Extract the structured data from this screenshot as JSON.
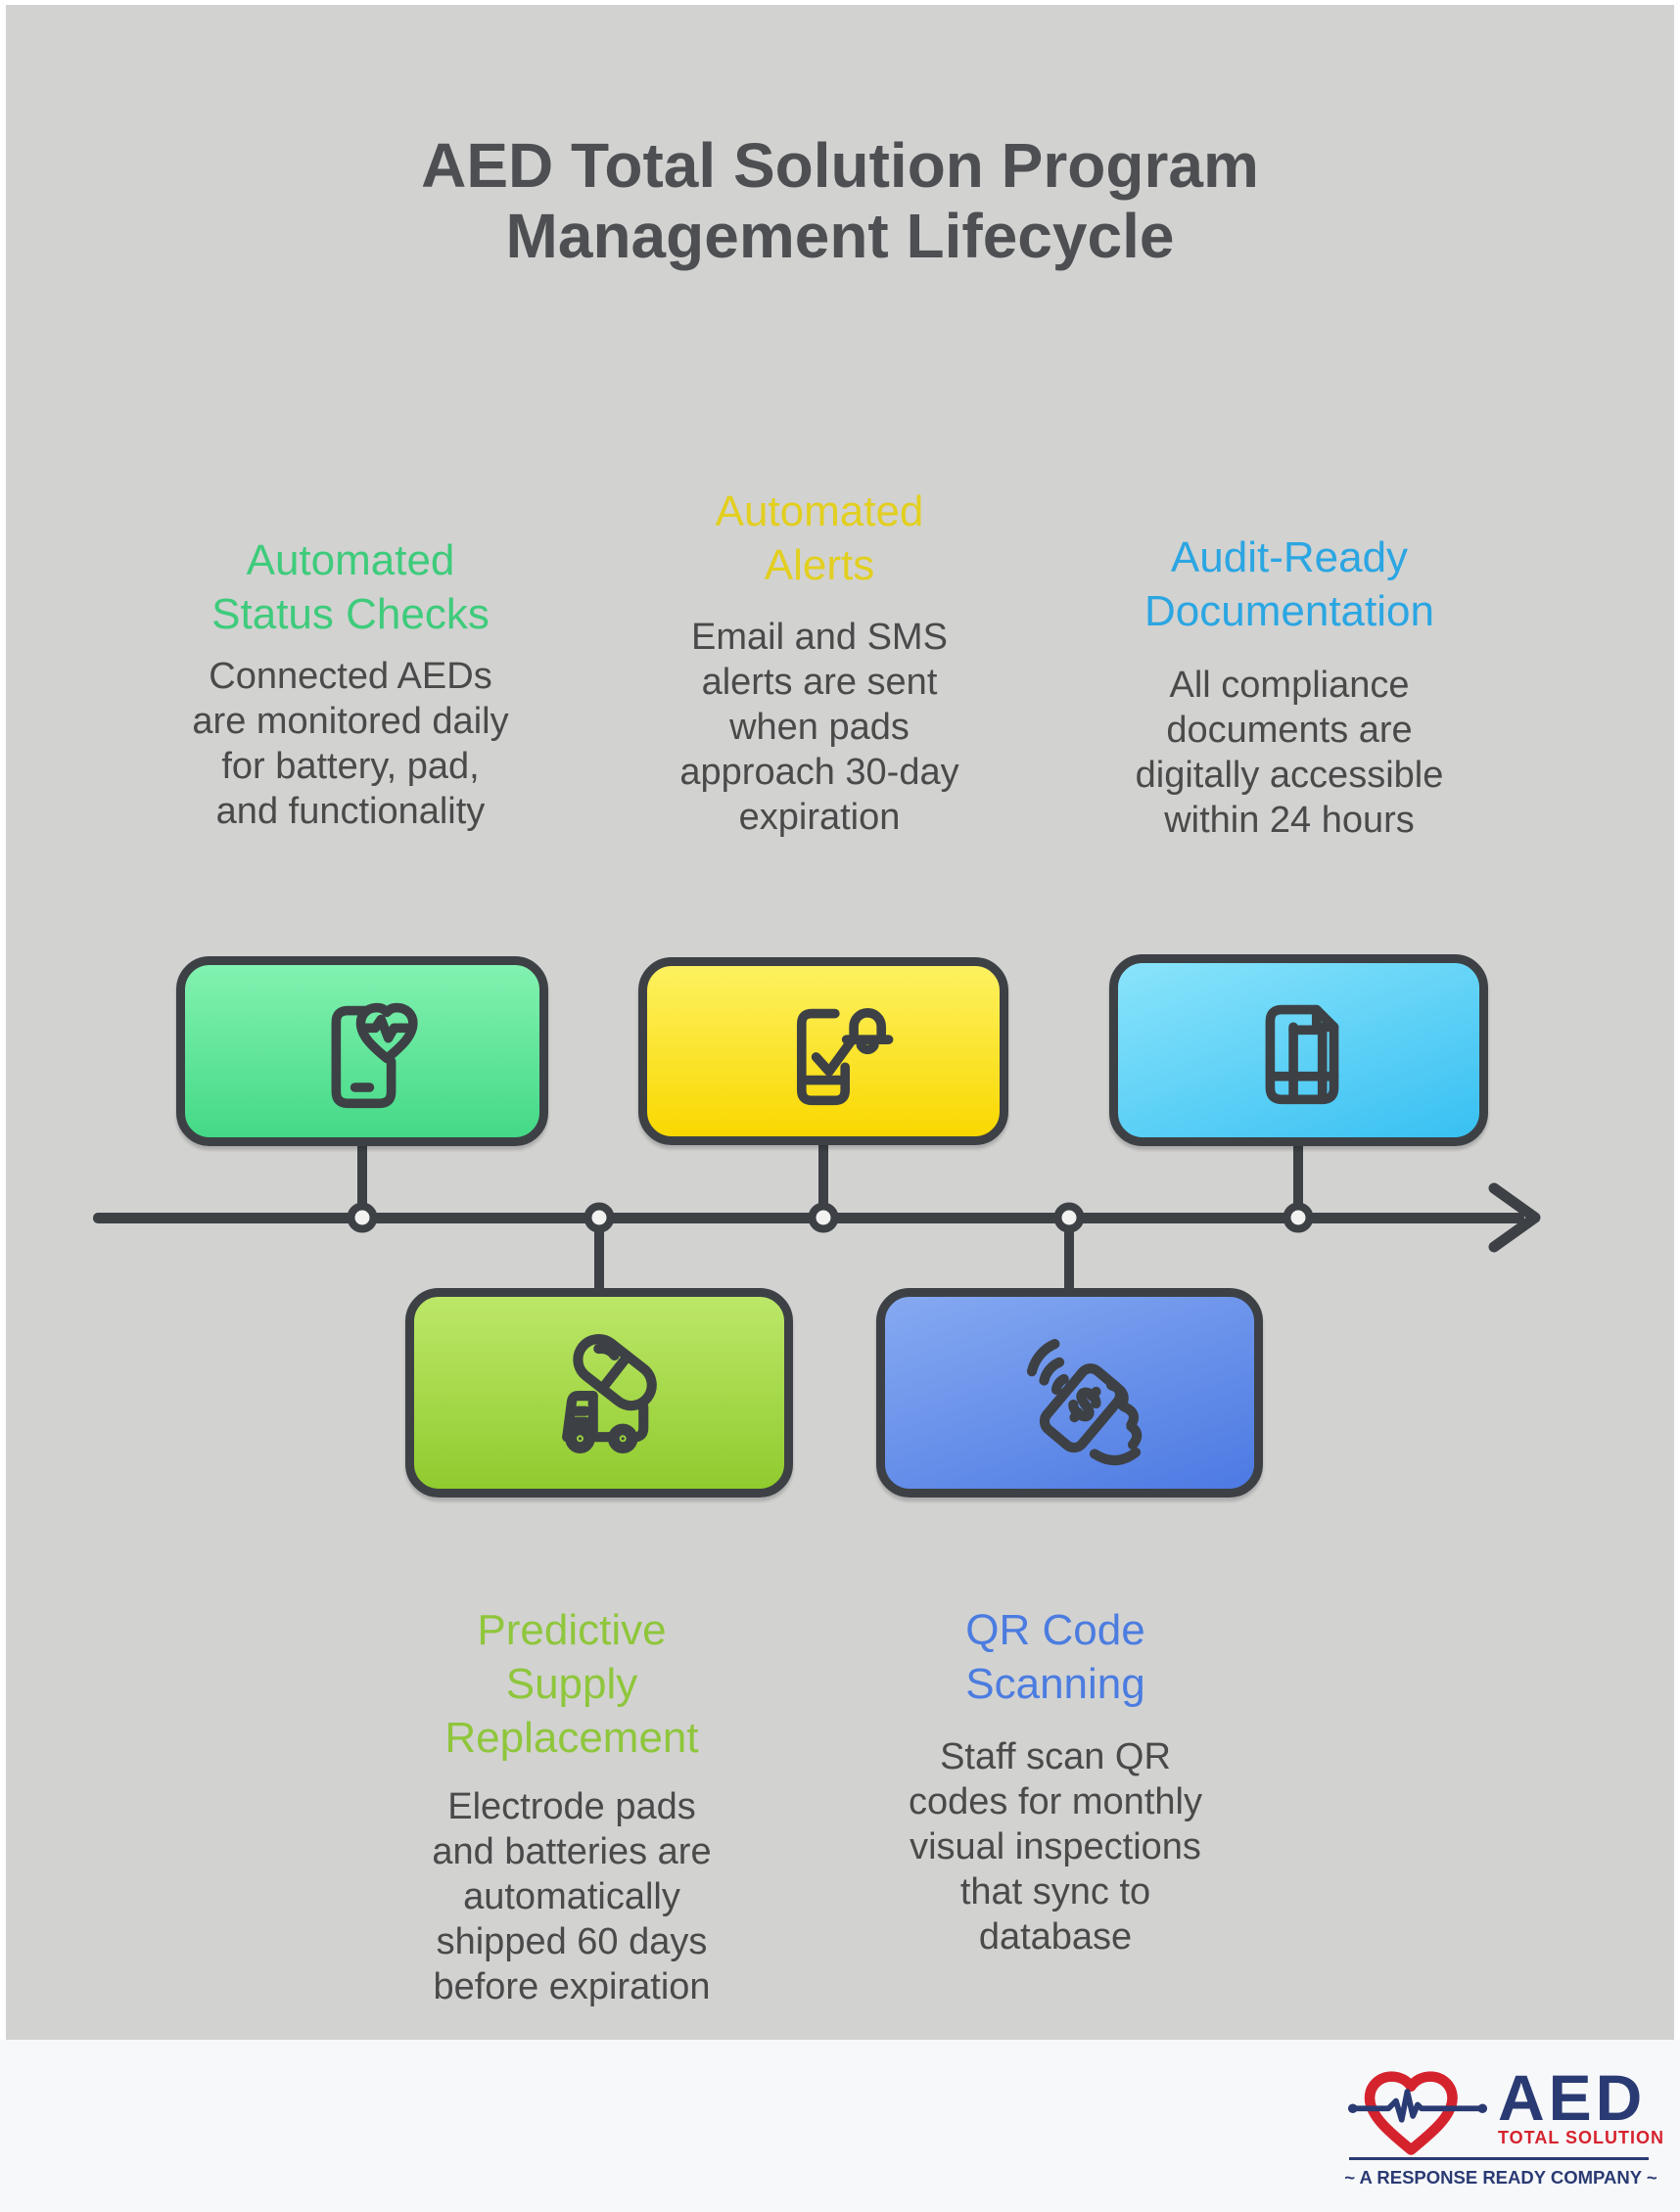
{
  "page": {
    "title": "AED Total Solution Program\nManagement Lifecycle",
    "background_color": "#d2d2d1",
    "footer_background": "#f7f8fa",
    "outline_color": "#3d4145",
    "body_text_color": "#4a4a4a",
    "title_color": "#4d4f52"
  },
  "stages": [
    {
      "name": "Automated Status Checks",
      "heading": "Automated\nStatus Checks",
      "body": "Connected AEDs\nare monitored daily\nfor battery, pad,\nand functionality",
      "heading_color": "#3ecb7b",
      "box_color_top": "#82f2b0",
      "box_color_bottom": "#44d987",
      "icon": "phone-heartbeat-icon",
      "row": "above-timeline"
    },
    {
      "name": "Automated Alerts",
      "heading": "Automated\nAlerts",
      "body": "Email and SMS\nalerts are sent\nwhen pads\napproach 30-day\nexpiration",
      "heading_color": "#e2cf1f",
      "box_color_top": "#fdf160",
      "box_color_bottom": "#f9d800",
      "icon": "phone-alert-bell-icon",
      "row": "above-timeline"
    },
    {
      "name": "Audit-Ready Documentation",
      "heading": "Audit-Ready\nDocumentation",
      "body": "All compliance\ndocuments are\ndigitally accessible\nwithin 24 hours",
      "heading_color": "#2ba6e2",
      "box_color_top": "#8ae4fb",
      "box_color_bottom": "#38c0f2",
      "icon": "document-copy-icon",
      "row": "above-timeline"
    },
    {
      "name": "Predictive Supply Replacement",
      "heading": "Predictive\nSupply\nReplacement",
      "body": "Electrode pads\nand batteries are\nautomatically\nshipped 60 days\nbefore expiration",
      "heading_color": "#8fc63c",
      "box_color_top": "#bce768",
      "box_color_bottom": "#90cb2e",
      "icon": "delivery-truck-capsule-icon",
      "row": "below-timeline"
    },
    {
      "name": "QR Code Scanning",
      "heading": "QR Code\nScanning",
      "body": "Staff scan QR\ncodes for monthly\nvisual inspections\nthat sync to\ndatabase",
      "heading_color": "#4b7ce0",
      "box_color_top": "#86a9f1",
      "box_color_bottom": "#4c7ae3",
      "icon": "qr-scan-icon",
      "row": "below-timeline"
    }
  ],
  "timeline": {
    "node_count": 5,
    "direction": "left-to-right",
    "color": "#3d4145"
  },
  "logo": {
    "brand": "AED",
    "sub_brand": "TOTAL SOLUTION",
    "tagline": "~ A RESPONSE READY COMPANY ~",
    "brand_color": "#2a3a73",
    "accent_color": "#d5232e",
    "icon": "heart-ekg-icon"
  }
}
